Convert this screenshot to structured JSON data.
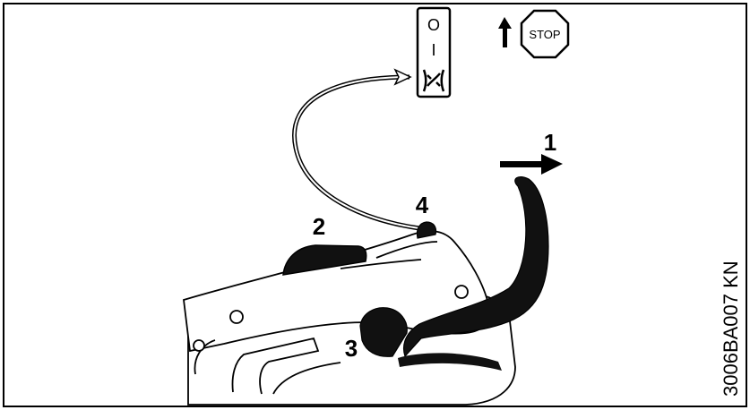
{
  "labels": {
    "one": "1",
    "two": "2",
    "three": "3",
    "four": "4"
  },
  "switch": {
    "off": "O",
    "on": "I"
  },
  "stop_sign": "STOP",
  "figure_code": "3006BA007 KN"
}
